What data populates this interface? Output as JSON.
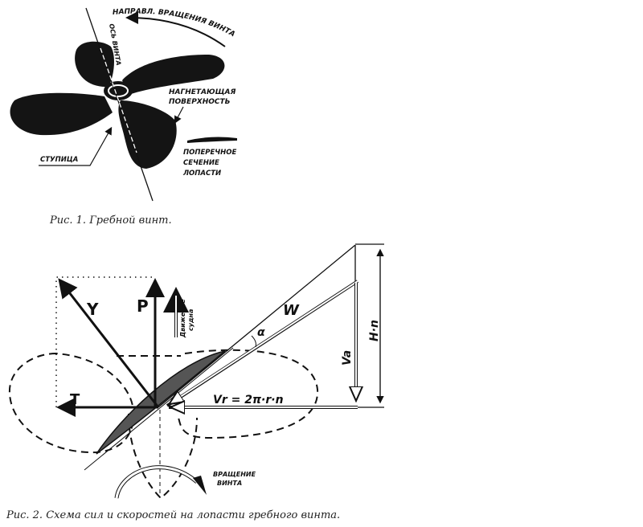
{
  "figure1": {
    "caption": "Рис. 1. Гребной винт.",
    "labels": {
      "rotation_direction": "НАПРАВЛ. ВРАЩЕНИЯ ВИНТА",
      "axis": "ОСЬ ВИНТА",
      "pressure_surface_1": "НАГНЕТАЮЩАЯ",
      "pressure_surface_2": "ПОВЕРХНОСТЬ",
      "hub": "СТУПИЦА",
      "section_1": "ПОПЕРЕЧНОЕ",
      "section_2": "СЕЧЕНИЕ",
      "section_3": "ЛОПАСТИ"
    }
  },
  "figure2": {
    "caption": "Рис. 2. Схема сил и скоростей на лопасти гребного винта.",
    "labels": {
      "Y": "Y",
      "P": "P",
      "T": "T",
      "W": "W",
      "alpha": "α",
      "Va": "Va",
      "Hn": "H·n",
      "Vr": "Vr = 2π·r·n",
      "ship_motion_1": "Движение",
      "ship_motion_2": "судна",
      "rotation_1": "ВРАЩЕНИЕ",
      "rotation_2": "ВИНТА"
    }
  }
}
